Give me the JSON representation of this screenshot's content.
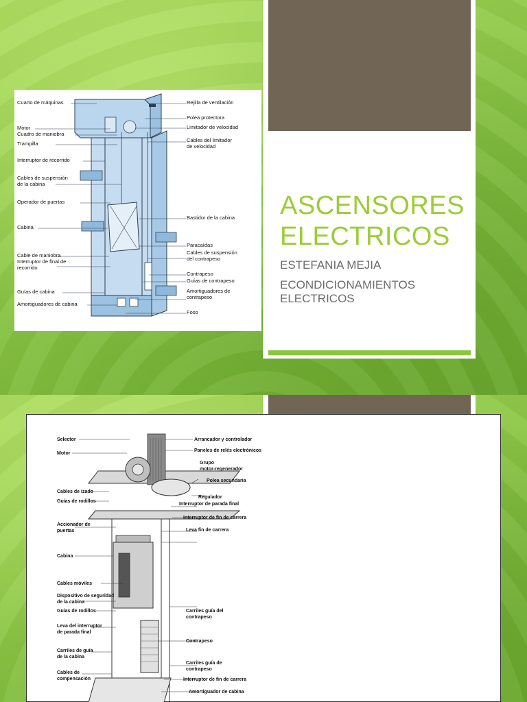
{
  "slide1": {
    "title_line1": "ASCENSORES",
    "title_line2": "ELECTRICOS",
    "subtitle_author": "ESTEFANIA MEJIA",
    "subtitle_course_line1": "ECONDICIONAMIENTOS",
    "subtitle_course_line2": "ELECTRICOS",
    "diagram_labels_left": [
      "Cuarto de máquinas",
      "Motor",
      "Cuadro de maniobra",
      "Trampilla",
      "Interruptor de recorrido",
      "Cables de suspensión",
      "de la cabina",
      "Operador de puertas",
      "Cabina",
      "Cable de maniobra",
      "Interruptor de final de",
      "recorrido",
      "Guías de cabina",
      "Amortiguadores de cabina"
    ],
    "diagram_labels_right": [
      "Rejilla de ventilación",
      "Polea protectora",
      "Limitador de velocidad",
      "Cables del limitador",
      "de velocidad",
      "Bastidor de la cabina",
      "Paracaídas",
      "Cables de suspensión",
      "del contrapeso",
      "Contrapeso",
      "Guías de contrapeso",
      "Amortiguadores de",
      "contrapeso",
      "Foso"
    ]
  },
  "slide2": {
    "diagram_labels_left": [
      "Selector",
      "Motor",
      "Cables de izado",
      "Guías de rodillos",
      "Accionador de",
      "puertas",
      "Cabina",
      "Cables móviles",
      "Dispositivo de seguridad",
      "de la cabina",
      "Guías de rodillos",
      "Leva del interruptor",
      "de parada final",
      "Carriles de guía",
      "de la cabina",
      "Cables de",
      "compensación"
    ],
    "diagram_labels_right": [
      "Arrancador y controlador",
      "Paneles de relés electrónicos",
      "Grupo",
      "motor-regenerador",
      "Polea secundaria",
      "Regulador",
      "Interruptor de parada final",
      "Interruptor de fin de carrera",
      "Leva fin de carrera",
      "Carriles guía del",
      "contrapeso",
      "Contrapeso",
      "Carriles guía de",
      "contrapeso",
      "Interruptor de fin de carrera",
      "Amortiguador de cabina"
    ]
  }
}
